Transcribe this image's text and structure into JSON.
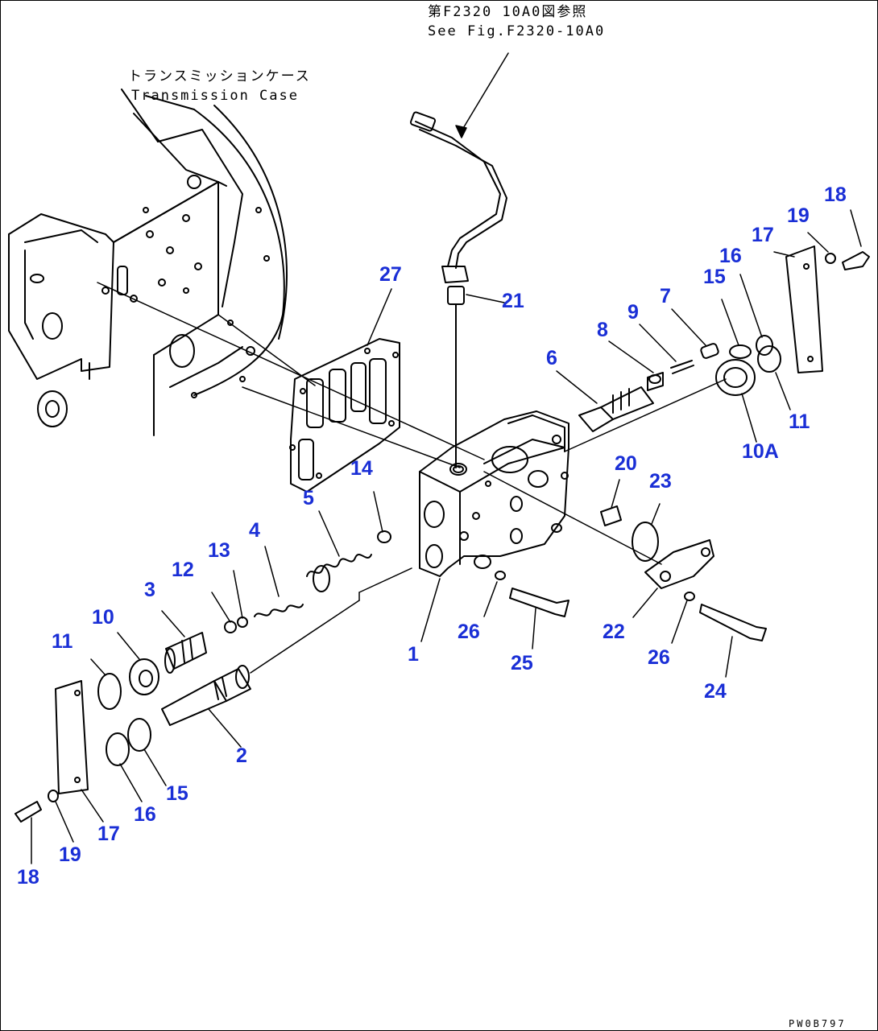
{
  "references": {
    "upper_ref_jp": "第F2320 10A0図参照",
    "upper_ref_en": "See Fig.F2320-10A0",
    "case_label_jp": "トランスミッションケース",
    "case_label_en": "Transmission Case"
  },
  "drawing_code": "PW0B797",
  "callouts": {
    "c1": "1",
    "c2": "2",
    "c3": "3",
    "c4": "4",
    "c5": "5",
    "c6": "6",
    "c7": "7",
    "c8": "8",
    "c9": "9",
    "c10": "10",
    "c10a": "10A",
    "c11a": "11",
    "c11b": "11",
    "c12": "12",
    "c13": "13",
    "c14": "14",
    "c15a": "15",
    "c15b": "15",
    "c16a": "16",
    "c16b": "16",
    "c17a": "17",
    "c17b": "17",
    "c18a": "18",
    "c18b": "18",
    "c19a": "19",
    "c19b": "19",
    "c20": "20",
    "c21": "21",
    "c22": "22",
    "c23": "23",
    "c24": "24",
    "c25": "25",
    "c26a": "26",
    "c26b": "26",
    "c27": "27"
  },
  "colors": {
    "callout": "#1a2fd6",
    "line": "#000000",
    "background": "#ffffff"
  }
}
